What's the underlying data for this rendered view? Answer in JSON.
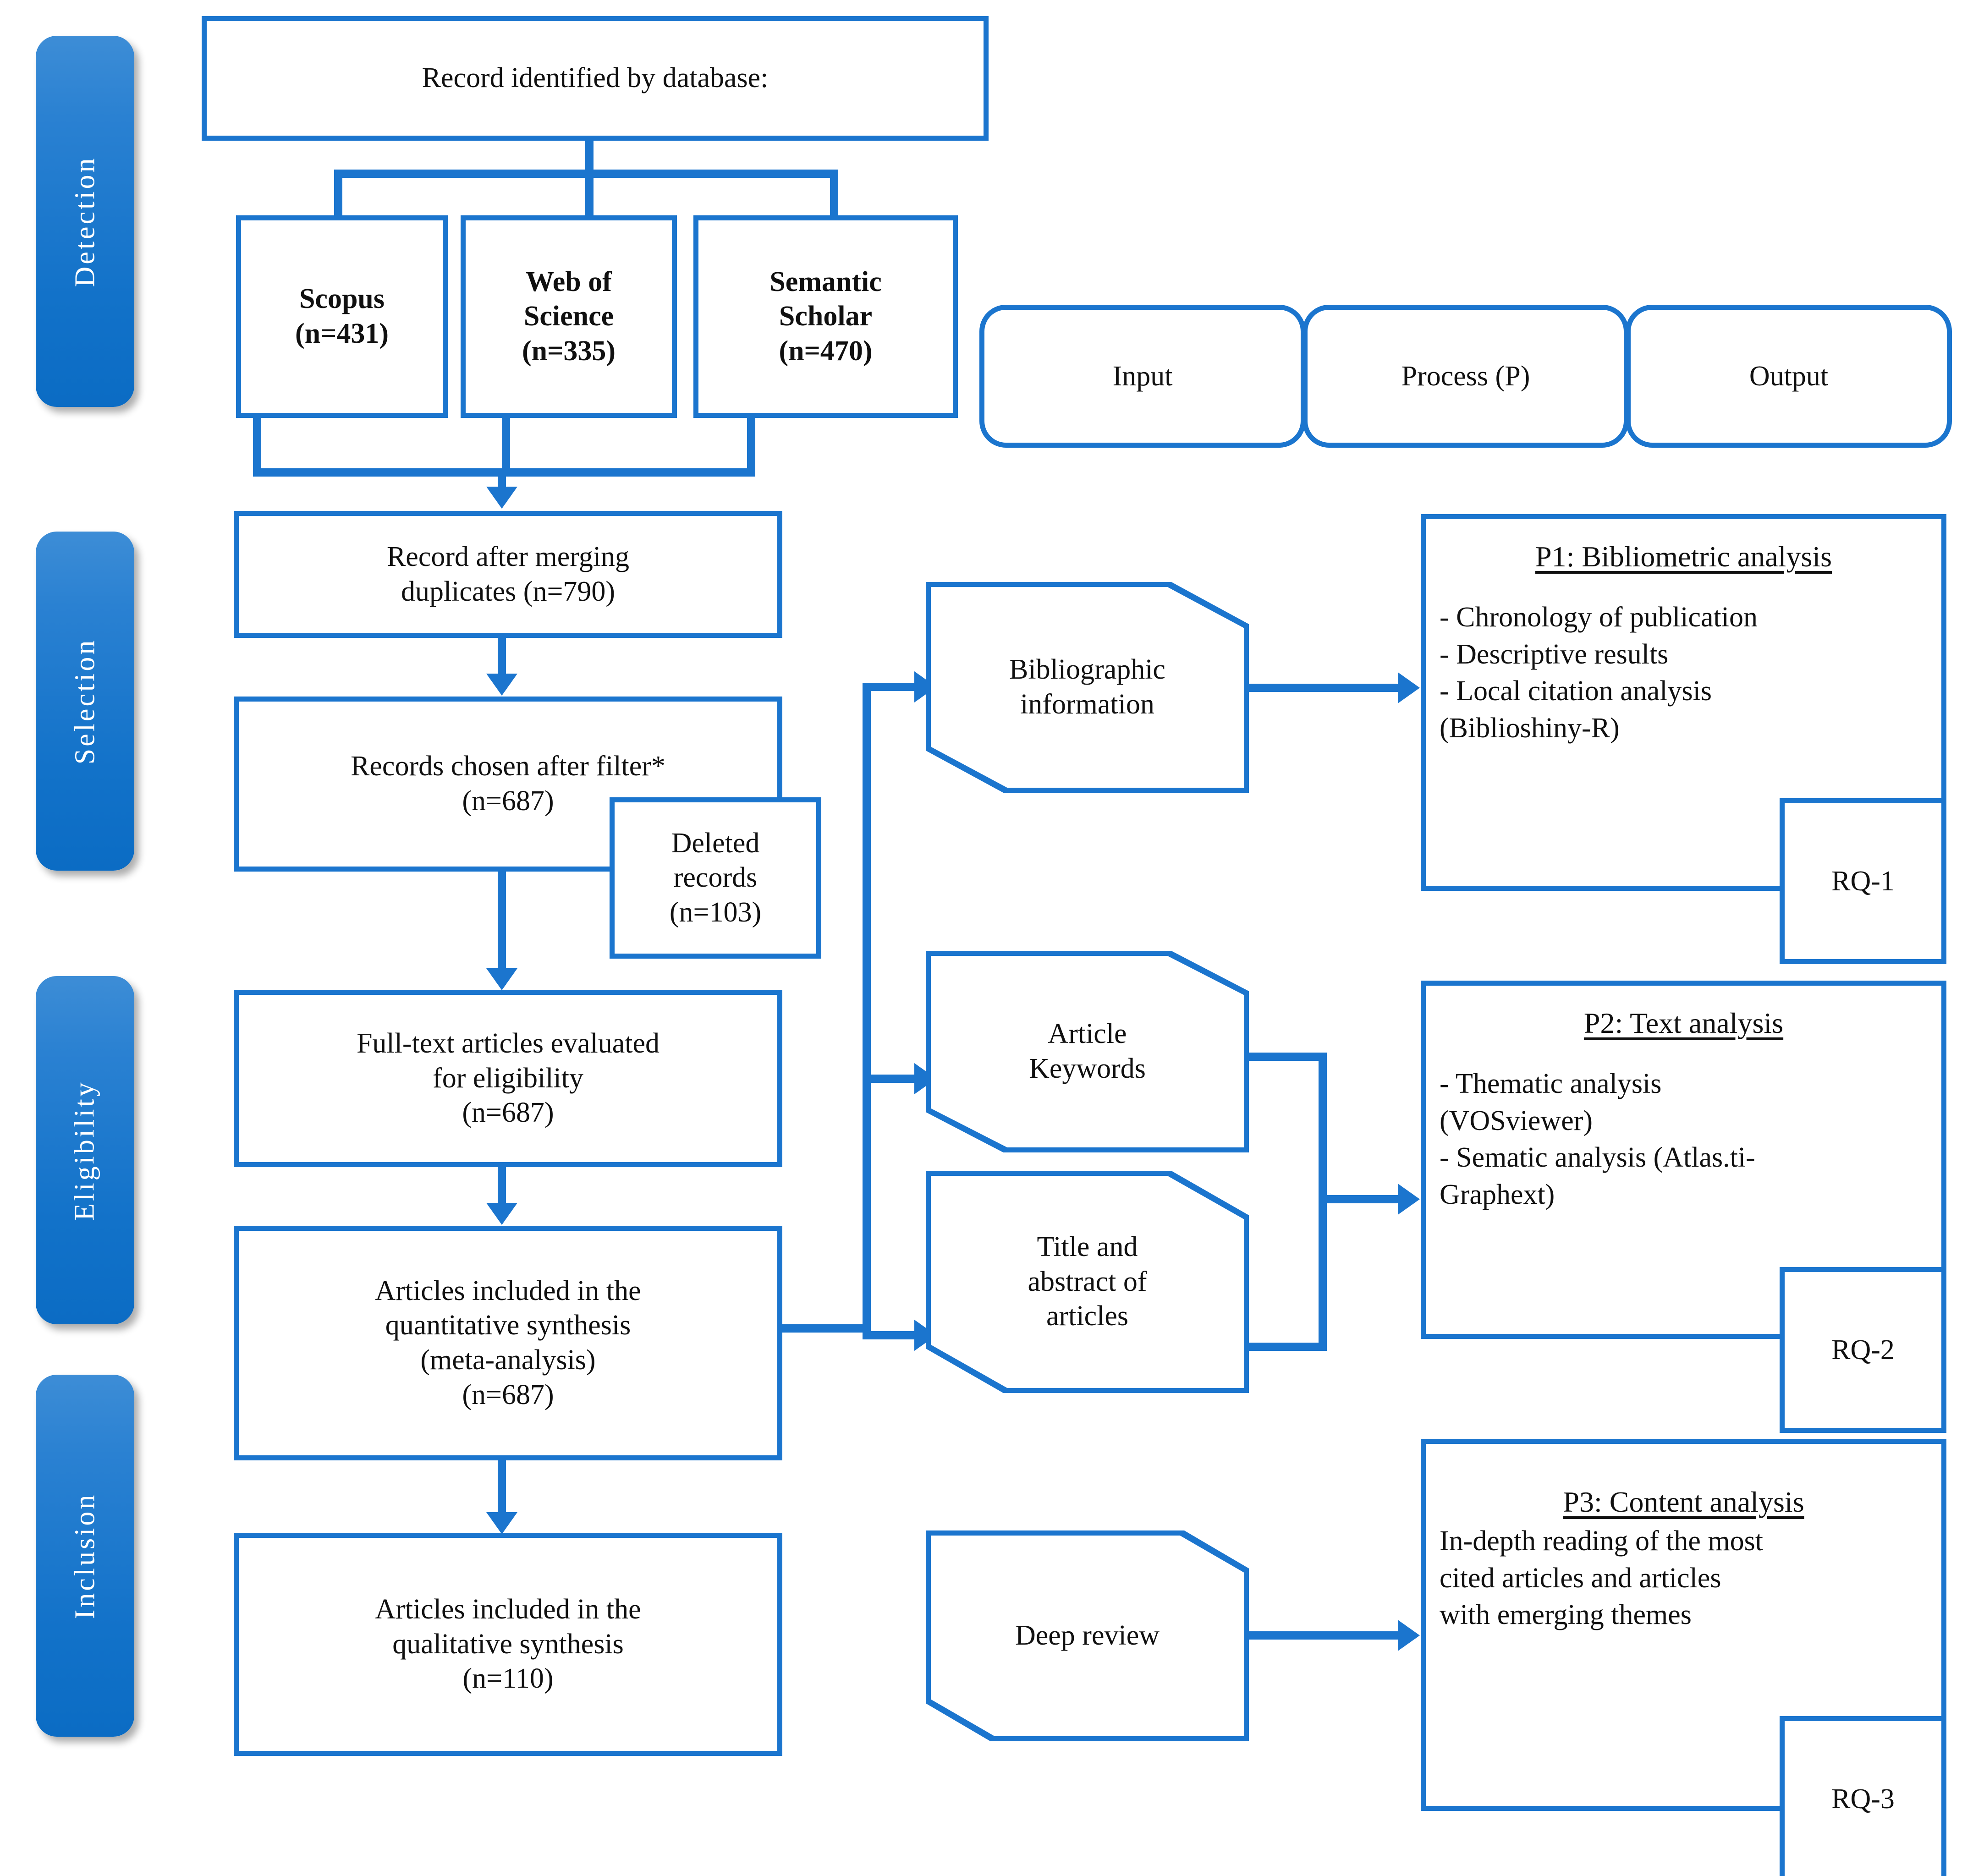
{
  "diagram": {
    "title": "PRISMA systematic review flow diagram",
    "accent_color": "#1b75ce",
    "stage_tab_color": "#1272c9"
  },
  "stages": [
    {
      "label": "Detection"
    },
    {
      "label": "Selection"
    },
    {
      "label": "Eligibility"
    },
    {
      "label": "Inclusion"
    }
  ],
  "header_pills": [
    {
      "label": "Input"
    },
    {
      "label": "Process (P)"
    },
    {
      "label": "Output"
    }
  ],
  "flow": {
    "source_box": {
      "label": "Record identified by database:"
    },
    "databases": [
      {
        "name": "Scopus",
        "count": "(n=431)"
      },
      {
        "name": "Web of\nScience",
        "count": "(n=335)"
      },
      {
        "name": "Semantic\nScholar",
        "count": "(n=470)"
      }
    ],
    "merged": {
      "label": "Record after merging\nduplicates (n=790)"
    },
    "filtered": {
      "label": "Records chosen after filter*\n(n=687)"
    },
    "deleted": {
      "label": "Deleted\nrecords\n(n=103)"
    },
    "fulltext": {
      "label": "Full-text articles evaluated\nfor eligibility\n(n=687)"
    },
    "quantitative": {
      "label": "Articles included in the\nquantitative synthesis\n(meta-analysis)\n(n=687)"
    },
    "qualitative": {
      "label": "Articles included in the\nqualitative synthesis\n(n=110)"
    }
  },
  "inputs": [
    {
      "label": "Bibliographic\ninformation"
    },
    {
      "label": "Article\nKeywords"
    },
    {
      "label": "Title and\nabstract of\narticles"
    },
    {
      "label": "Deep review"
    }
  ],
  "processes": [
    {
      "title": "P1: Bibliometric analysis",
      "body": "- Chronology of publication\n- Descriptive results\n- Local citation analysis\n(Biblioshiny-R)",
      "rq": "RQ-1"
    },
    {
      "title": "P2:  Text analysis",
      "body": "- Thematic analysis\n(VOSviewer)\n- Sematic analysis (Atlas.ti-\nGraphext)",
      "rq": "RQ-2"
    },
    {
      "title": "P3: Content analysis",
      "body": "In-depth reading of the most\ncited articles and articles\nwith emerging themes",
      "rq": "RQ-3"
    }
  ]
}
